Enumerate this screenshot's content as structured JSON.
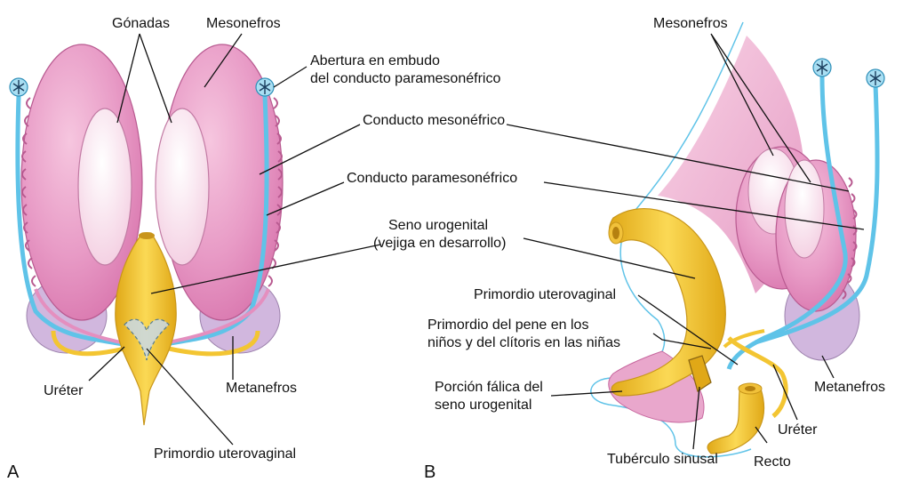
{
  "panel_a": {
    "letter": "A",
    "labels": {
      "gonadas": "Gónadas",
      "mesonefros": "Mesonefros",
      "abertura_1": "Abertura en embudo",
      "abertura_2": "del conducto paramesonéfrico",
      "conducto_mesonefrico": "Conducto mesonéfrico",
      "conducto_paramesonefrico": "Conducto paramesonéfrico",
      "seno_1": "Seno urogenital",
      "seno_2": "(vejiga en desarrollo)",
      "ureter": "Uréter",
      "metanefros": "Metanefros",
      "primordio_uterovaginal": "Primordio uterovaginal"
    }
  },
  "panel_b": {
    "letter": "B",
    "labels": {
      "mesonefros": "Mesonefros",
      "primordio_uterovaginal": "Primordio uterovaginal",
      "pene_1": "Primordio del pene en los",
      "pene_2": "niños y del clítoris en las niñas",
      "falica_1": "Porción fálica del",
      "falica_2": "seno urogenital",
      "tuberculo": "Tubérculo sinusal",
      "recto": "Recto",
      "ureter": "Uréter",
      "metanefros": "Metanefros"
    }
  },
  "colors": {
    "mesonephros": "#e48fbf",
    "gonad": "#f7d9e9",
    "duct_blue": "#5fc3e8",
    "duct_blue_fill": "#a9dff3",
    "yellow": "#f3c532",
    "yellow_dark": "#d9a418",
    "metanephros": "#cdb3dc"
  }
}
